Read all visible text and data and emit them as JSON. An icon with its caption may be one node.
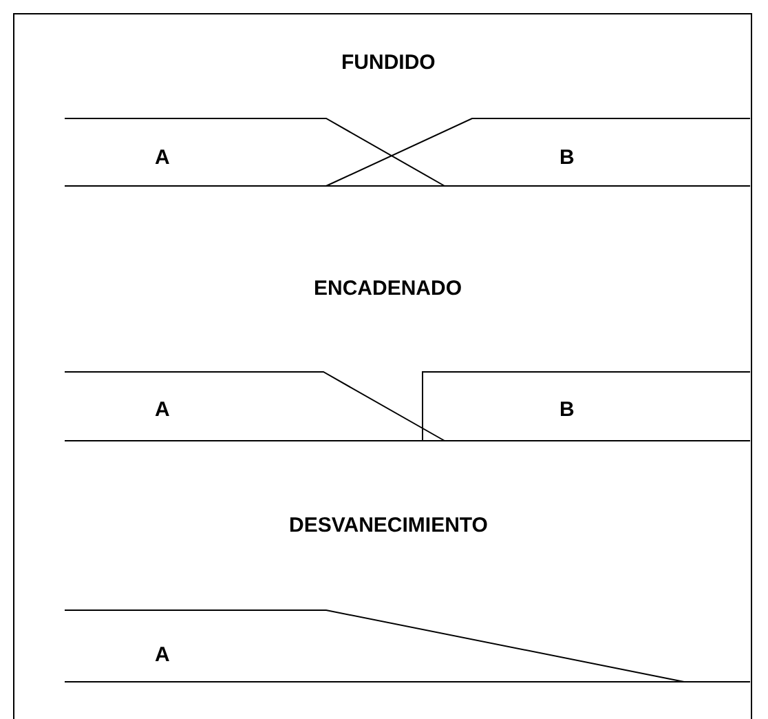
{
  "diagram": {
    "labels": [
      "FUNDIDO",
      "A",
      "B",
      "ENCADENADO",
      "A",
      "B",
      "DESVANECIMIENTO",
      "A"
    ]
  }
}
